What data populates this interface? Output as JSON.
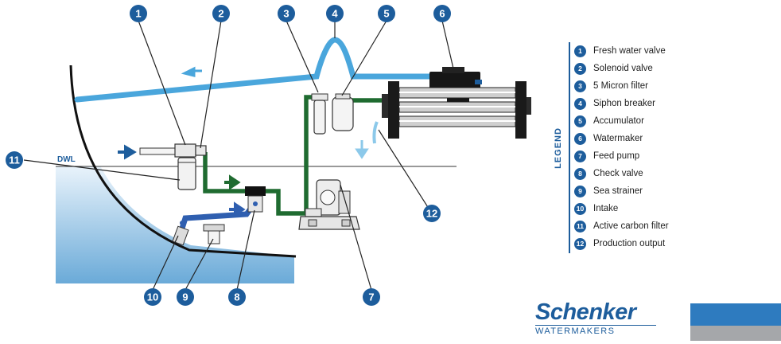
{
  "diagram": {
    "dwl_label": "DWL",
    "callouts": [
      "1",
      "2",
      "3",
      "4",
      "5",
      "6",
      "7",
      "8",
      "9",
      "10",
      "11",
      "12"
    ]
  },
  "legend": {
    "title": "LEGEND",
    "items": [
      {
        "num": "1",
        "label": "Fresh water valve"
      },
      {
        "num": "2",
        "label": "Solenoid valve"
      },
      {
        "num": "3",
        "label": "5 Micron filter"
      },
      {
        "num": "4",
        "label": "Siphon breaker"
      },
      {
        "num": "5",
        "label": "Accumulator"
      },
      {
        "num": "6",
        "label": "Watermaker"
      },
      {
        "num": "7",
        "label": "Feed pump"
      },
      {
        "num": "8",
        "label": "Check valve"
      },
      {
        "num": "9",
        "label": "Sea strainer"
      },
      {
        "num": "10",
        "label": "Intake"
      },
      {
        "num": "11",
        "label": "Active carbon filter"
      },
      {
        "num": "12",
        "label": "Production output"
      }
    ]
  },
  "logo": {
    "brand": "Schenker",
    "subtitle": "WATERMAKERS"
  },
  "colors": {
    "callout": "#1d5d9c",
    "fresh_pipe": "#4aa6dc",
    "feed_pipe": "#1f6b30",
    "intake_pipe": "#2f5fb0",
    "water": "#dfeef9"
  }
}
